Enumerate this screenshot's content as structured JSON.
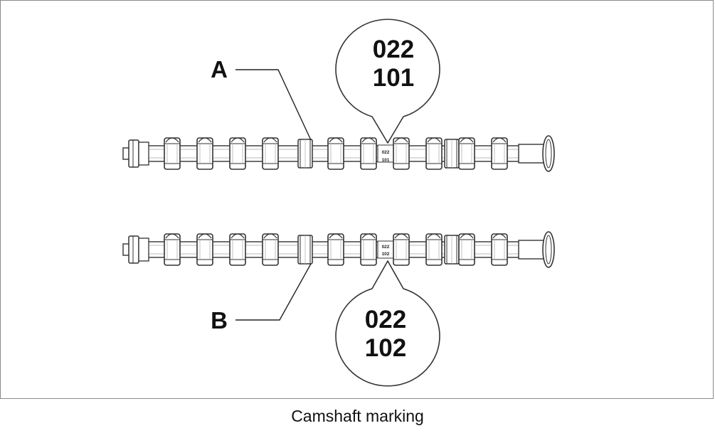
{
  "diagram": {
    "caption": "Camshaft marking",
    "camshaft_a": {
      "label": "A",
      "marking_line1": "022",
      "marking_line2": "101"
    },
    "camshaft_b": {
      "label": "B",
      "marking_line1": "022",
      "marking_line2": "102"
    }
  }
}
